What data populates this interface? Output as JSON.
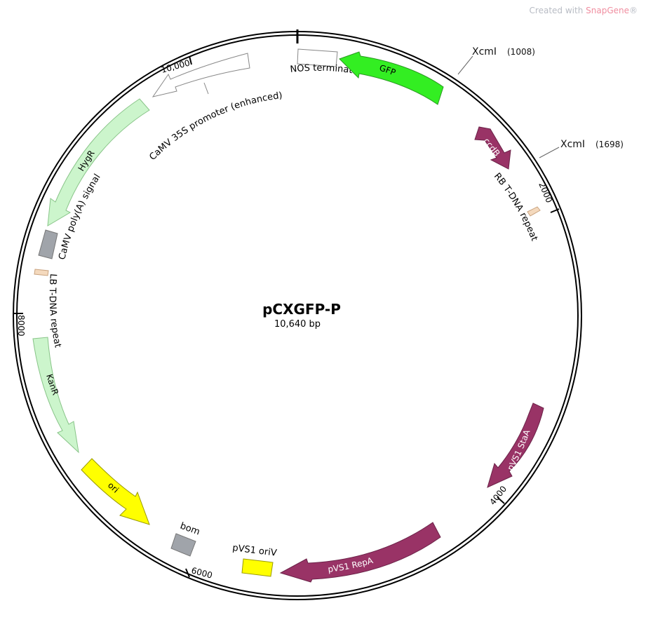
{
  "watermark": {
    "prefix": "Created with ",
    "brand": "SnapGene",
    "suffix": "®"
  },
  "plasmid": {
    "name": "pCXGFP-P",
    "size_label": "10,640 bp",
    "length": 10640
  },
  "ticks": [
    {
      "pos": 2000,
      "label": "2000"
    },
    {
      "pos": 4000,
      "label": "4000"
    },
    {
      "pos": 6000,
      "label": "6000"
    },
    {
      "pos": 8000,
      "label": "8000"
    },
    {
      "pos": 10000,
      "label": "10,000"
    }
  ],
  "sites": [
    {
      "name": "XcmI",
      "position": "(1008)"
    },
    {
      "name": "XcmI",
      "position": "(1698)"
    }
  ],
  "features": [
    {
      "id": "nos-terminator",
      "label": "NOS terminator",
      "type": "terminator",
      "fill": "#ffffff",
      "stroke": "#888888"
    },
    {
      "id": "gfp",
      "label": "GFP",
      "type": "CDS",
      "fill": "#33ee22",
      "text_color": "#000000"
    },
    {
      "id": "ccdb",
      "label": "ccdB",
      "type": "CDS",
      "fill": "#993366",
      "text_color": "#ffffff"
    },
    {
      "id": "rb-tdna",
      "label": "RB T-DNA repeat",
      "type": "repeat",
      "fill": "#f4d9bd"
    },
    {
      "id": "pvs1-staa",
      "label": "pVS1 StaA",
      "type": "CDS",
      "fill": "#993366",
      "text_color": "#ffffff"
    },
    {
      "id": "pvs1-repa",
      "label": "pVS1 RepA",
      "type": "CDS",
      "fill": "#993366",
      "text_color": "#ffffff"
    },
    {
      "id": "pvs1-oriv",
      "label": "pVS1 oriV",
      "type": "rep_origin",
      "fill": "#ffff00"
    },
    {
      "id": "bom",
      "label": "bom",
      "type": "misc",
      "fill": "#a0a4aa"
    },
    {
      "id": "ori",
      "label": "ori",
      "type": "rep_origin",
      "fill": "#ffff00",
      "text_color": "#000000"
    },
    {
      "id": "kanr",
      "label": "KanR",
      "type": "CDS",
      "fill": "#ccf5cc",
      "text_color": "#000000"
    },
    {
      "id": "lb-tdna",
      "label": "LB T-DNA repeat",
      "type": "repeat",
      "fill": "#f4d9bd"
    },
    {
      "id": "camv-polya",
      "label": "CaMV poly(A) signal",
      "type": "terminator",
      "fill": "#a0a4aa"
    },
    {
      "id": "hygr",
      "label": "HygR",
      "type": "CDS",
      "fill": "#ccf5cc",
      "text_color": "#000000"
    },
    {
      "id": "camv-35s",
      "label": "CaMV 35S promoter (enhanced)",
      "type": "promoter",
      "fill": "#ffffff",
      "stroke": "#888888"
    }
  ]
}
